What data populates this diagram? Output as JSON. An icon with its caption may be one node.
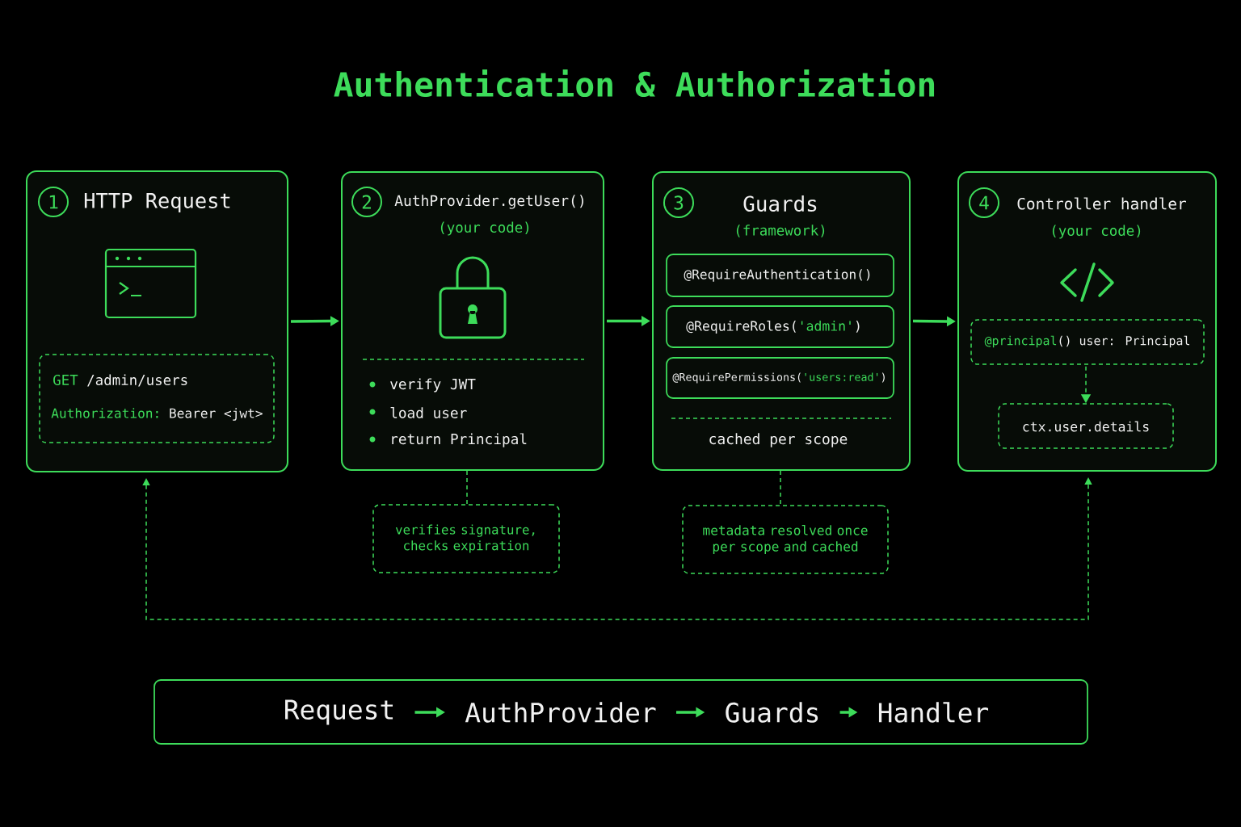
{
  "diagram": {
    "title": "Authentication & Authorization",
    "nodes": [
      {
        "text": [
          "HTTP Request"
        ]
      },
      {
        "text": [
          "1"
        ],
        "in": 0
      },
      {
        "text": [
          "GET",
          "/admin/users",
          "Authorization:",
          "Bearer <jwt>"
        ],
        "in": 0
      },
      {
        "text": [
          "AuthProvider.getUser()",
          "(your code)",
          "verify JWT",
          "load user",
          "return Principal"
        ]
      },
      {
        "text": [
          "2"
        ],
        "in": 3
      },
      {
        "text": [
          "Guards",
          "(framework)",
          "cached per scope"
        ]
      },
      {
        "text": [
          "3"
        ],
        "in": 5
      },
      {
        "text": [
          "@RequireAuthentication()"
        ],
        "in": 5
      },
      {
        "text": [
          "@RequireRoles(",
          "'admin'",
          ")"
        ],
        "in": 5
      },
      {
        "text": [
          "@RequirePermissions(",
          "'users:read'",
          ")"
        ],
        "in": 5
      },
      {
        "text": [
          "Controller handler",
          "(your code)"
        ]
      },
      {
        "text": [
          "4"
        ],
        "in": 10
      },
      {
        "text": [
          "@principal",
          "() user: Principal"
        ],
        "in": 10
      },
      {
        "text": [
          "ctx.user.details"
        ],
        "in": 10
      },
      {
        "text": [
          "verifies signature, checks expiration"
        ]
      },
      {
        "text": [
          "metadata resolved once per scope and cached"
        ]
      },
      {
        "text": [],
        "shape": "box"
      },
      {
        "text": [
          "Request"
        ],
        "in": 16
      },
      {
        "text": [
          "AuthProvider"
        ],
        "in": 16
      },
      {
        "text": [
          "Guards"
        ],
        "in": 16
      },
      {
        "text": [
          "Handler"
        ],
        "in": 16
      }
    ],
    "edges": [
      {
        "from": 0,
        "to": 3,
        "arrow": "to"
      },
      {
        "from": 3,
        "to": 5,
        "arrow": "to"
      },
      {
        "from": 5,
        "to": 10,
        "arrow": "to"
      },
      {
        "from": 12,
        "to": 13,
        "arrow": "to",
        "style": "dashed"
      },
      {
        "from": 3,
        "to": 14,
        "arrow": "none",
        "style": "dashed"
      },
      {
        "from": 5,
        "to": 15,
        "arrow": "none",
        "style": "dashed"
      },
      {
        "from": 0,
        "to": 10,
        "arrow": "both",
        "style": "dashed"
      },
      {
        "from": 17,
        "to": 18,
        "arrow": "to"
      },
      {
        "from": 18,
        "to": 19,
        "arrow": "to"
      },
      {
        "from": 19,
        "to": 20,
        "arrow": "to"
      }
    ]
  }
}
